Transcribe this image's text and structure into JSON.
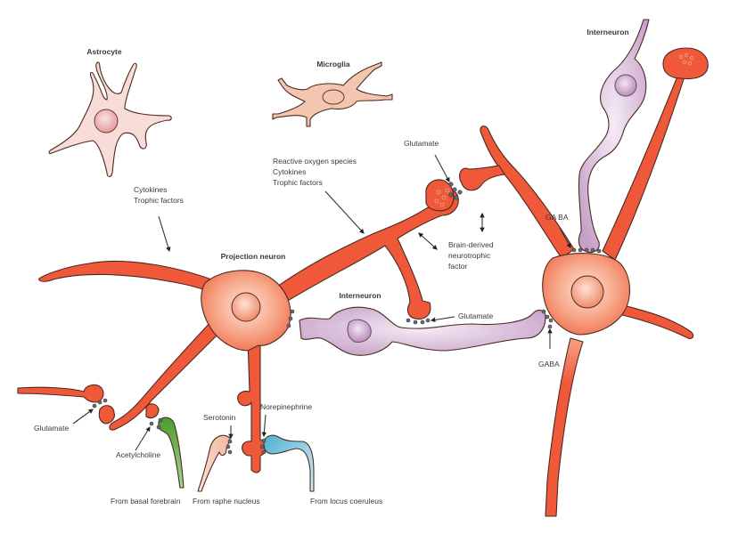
{
  "colors": {
    "projection_neuron": "#f0583a",
    "projection_soma": "#f6a487",
    "interneuron": "#c9a3c9",
    "interneuron_light": "#e7d3e6",
    "astrocyte": "#f7dcd8",
    "microglia": "#f4c6b0",
    "cholinergic": "#5fa33e",
    "serotonergic": "#f3c2b0",
    "noradrenergic": "#5cb6d6"
  },
  "cells": {
    "astrocyte": "Astrocyte",
    "microglia": "Microglia",
    "projection_neuron": "Projection neuron",
    "interneuron_middle": "Interneuron",
    "interneuron_top": "Interneuron"
  },
  "labels": {
    "glia_signals_left": [
      "Cytokines",
      "Trophic factors"
    ],
    "glia_signals_center": [
      "Reactive oxygen species",
      "Cytokines",
      "Trophic factors"
    ],
    "glutamate_top": "Glutamate",
    "glutamate_middle": "Glutamate",
    "glutamate_left": "Glutamate",
    "gaba_top": "GA BA",
    "gaba_right": "GABA",
    "bdnf": [
      "Brain-derived",
      "neurotrophic",
      "factor"
    ],
    "acetylcholine": "Acetylcholine",
    "serotonin": "Serotonin",
    "norepinephrine": "Norepinephrine"
  },
  "sources": {
    "basal_forebrain": "From basal forebrain",
    "raphe_nucleus": "From raphe nucleus",
    "locus_coeruleus": "From locus coeruleus"
  }
}
